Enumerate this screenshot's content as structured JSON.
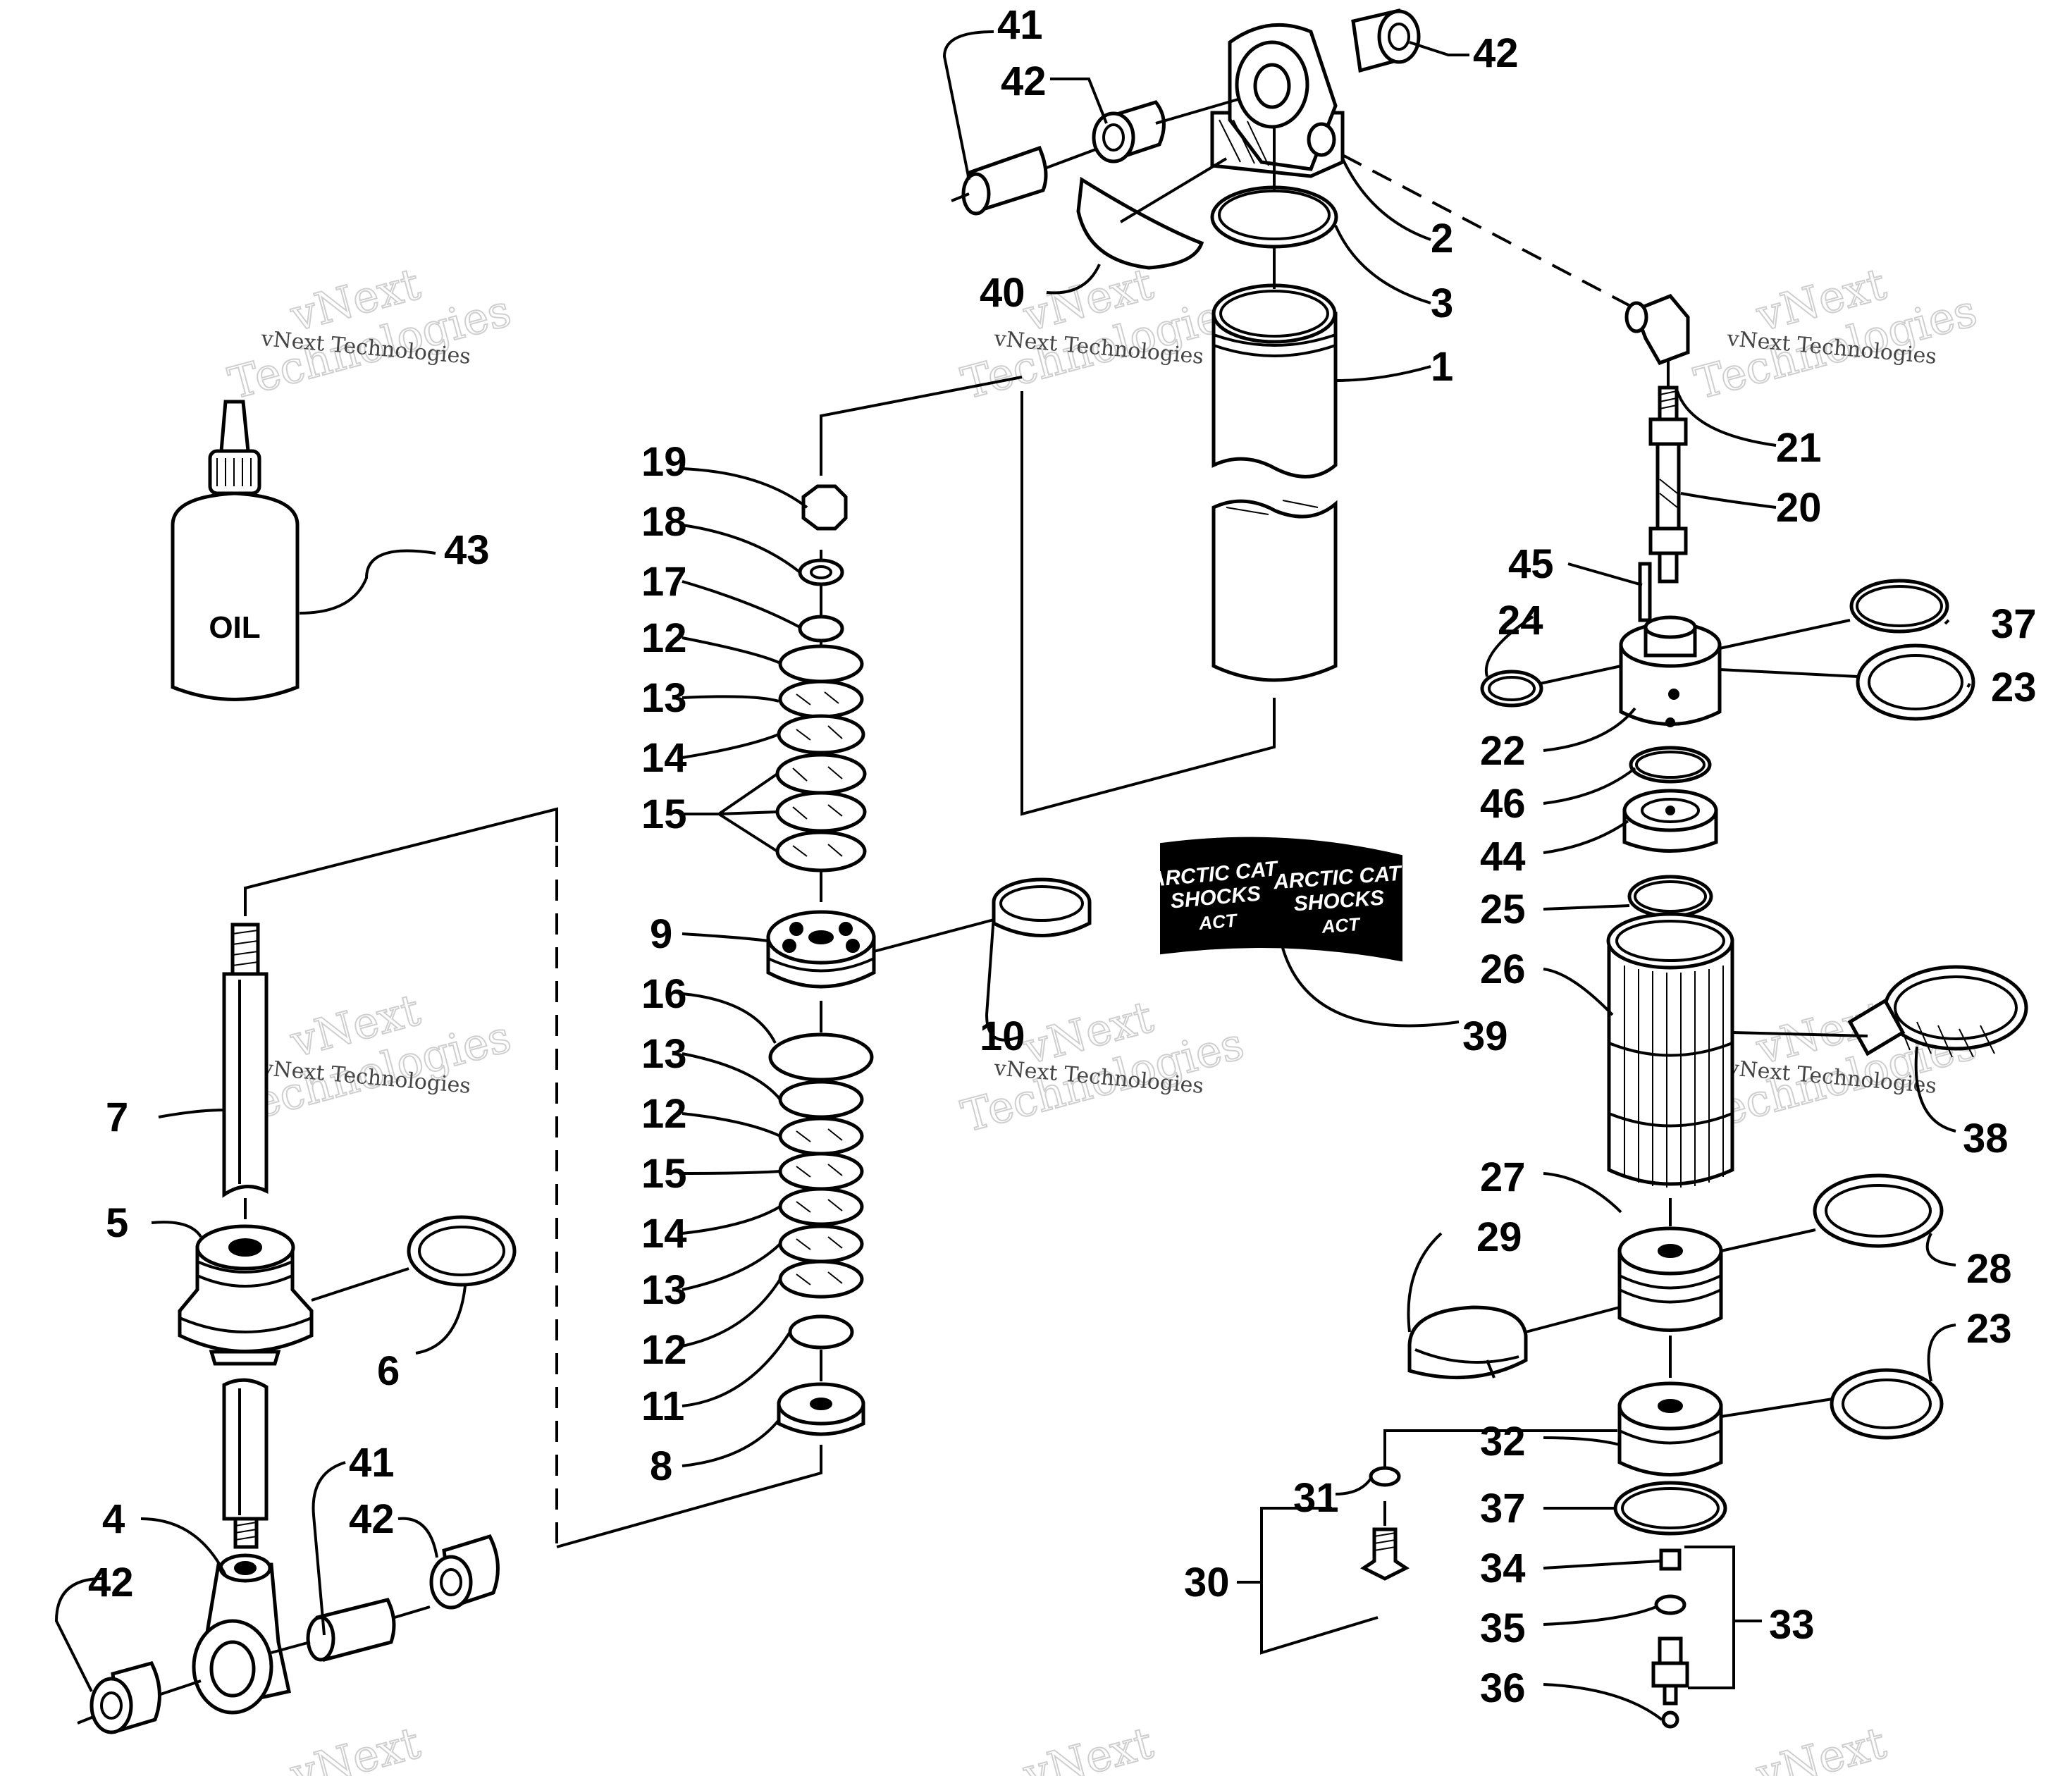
{
  "diagram": {
    "title": "",
    "oil_label": "OIL",
    "decal": {
      "left_line1": "ARCTIC CAT",
      "left_line2": "SHOCKS",
      "left_logo": "ACT",
      "right_line1": "ARCTIC CAT",
      "right_line2": "SHOCKS",
      "right_logo": "ACT"
    },
    "watermark": {
      "line1": "vNext",
      "line2": "Technologies",
      "small": "vNext Technologies"
    },
    "callouts": {
      "c41_top": "41",
      "c42_top_left": "42",
      "c42_top_right": "42",
      "c2": "2",
      "c3": "3",
      "c40": "40",
      "c1": "1",
      "c21": "21",
      "c20": "20",
      "c45": "45",
      "c24": "24",
      "c37_top": "37",
      "c23_top": "23",
      "c22": "22",
      "c46": "46",
      "c44": "44",
      "c25": "25",
      "c26": "26",
      "c38": "38",
      "c27": "27",
      "c29": "29",
      "c28": "28",
      "c23_bottom": "23",
      "c32": "32",
      "c31": "31",
      "c30": "30",
      "c37_bottom": "37",
      "c34": "34",
      "c33": "33",
      "c35": "35",
      "c36": "36",
      "c39": "39",
      "c43": "43",
      "c19": "19",
      "c18": "18",
      "c17": "17",
      "c12_a": "12",
      "c13_a": "13",
      "c14_a": "14",
      "c15_a": "15",
      "c9": "9",
      "c16": "16",
      "c13_b": "13",
      "c12_b": "12",
      "c15_b": "15",
      "c14_b": "14",
      "c13_c": "13",
      "c12_c": "12",
      "c11": "11",
      "c8": "8",
      "c10": "10",
      "c7": "7",
      "c5": "5",
      "c6": "6",
      "c4": "4",
      "c41_bottom": "41",
      "c42_bottom_right": "42",
      "c42_bottom_left": "42"
    }
  }
}
